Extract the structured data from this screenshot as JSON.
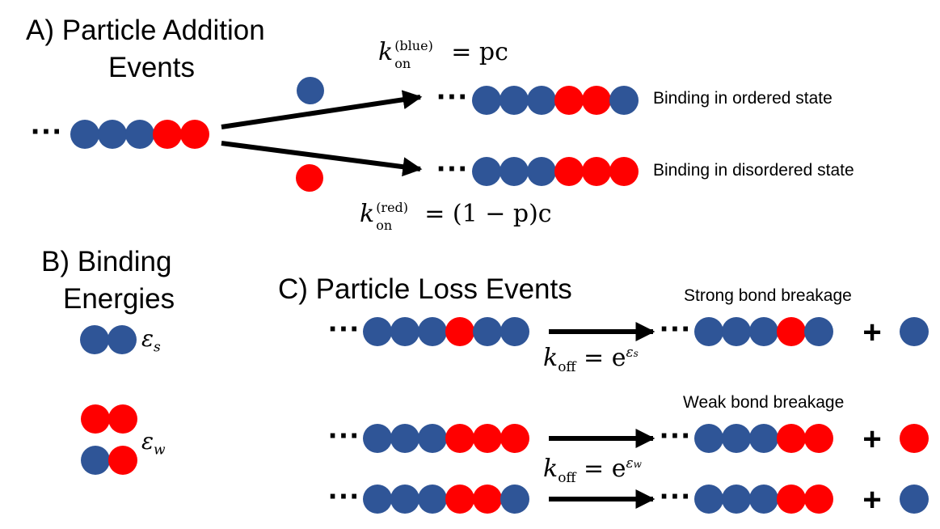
{
  "colors": {
    "blue": "#2f5597",
    "red": "#ff0000",
    "arrow": "#000000"
  },
  "glyphs": {
    "ellipsis": "···",
    "plus": "+"
  },
  "section_a": {
    "title_line1": "A) Particle Addition",
    "title_line2": "Events",
    "initial_chain": [
      "blue",
      "blue",
      "blue",
      "red",
      "red"
    ],
    "incoming_blue": "blue",
    "incoming_red": "red",
    "rate_blue": {
      "k": "k",
      "sub": "on",
      "sup": "(blue)",
      "rhs": "= pc"
    },
    "rate_red": {
      "k": "k",
      "sub": "on",
      "sup": "(red)",
      "rhs": "= (1 − p)c"
    },
    "result_ordered": [
      "blue",
      "blue",
      "blue",
      "red",
      "red",
      "blue"
    ],
    "result_disordered": [
      "blue",
      "blue",
      "blue",
      "red",
      "red",
      "red"
    ],
    "label_ordered": "Binding in ordered state",
    "label_disordered": "Binding in disordered state"
  },
  "section_b": {
    "title_line1": "B) Binding",
    "title_line2": "Energies",
    "pair_strong": [
      "blue",
      "blue"
    ],
    "pair_weak_1": [
      "red",
      "red"
    ],
    "pair_weak_2": [
      "blue",
      "red"
    ],
    "eps_s": {
      "symbol": "ε",
      "sub": "s"
    },
    "eps_w": {
      "symbol": "ε",
      "sub": "w"
    }
  },
  "section_c": {
    "title": "C) Particle Loss Events",
    "label_strong": "Strong bond breakage",
    "label_weak": "Weak bond breakage",
    "rate_strong": {
      "k": "k",
      "sub": "off",
      "rhs": "= e",
      "exp": "ε",
      "exp_sub": "s"
    },
    "rate_weak": {
      "k": "k",
      "sub": "off",
      "rhs": "= e",
      "exp": "ε",
      "exp_sub": "w"
    },
    "rows": [
      {
        "before": [
          "blue",
          "blue",
          "blue",
          "red",
          "blue",
          "blue"
        ],
        "after": [
          "blue",
          "blue",
          "blue",
          "red",
          "blue"
        ],
        "released": "blue"
      },
      {
        "before": [
          "blue",
          "blue",
          "blue",
          "red",
          "red",
          "red"
        ],
        "after": [
          "blue",
          "blue",
          "blue",
          "red",
          "red"
        ],
        "released": "red"
      },
      {
        "before": [
          "blue",
          "blue",
          "blue",
          "red",
          "red",
          "blue"
        ],
        "after": [
          "blue",
          "blue",
          "blue",
          "red",
          "red"
        ],
        "released": "blue"
      }
    ]
  }
}
